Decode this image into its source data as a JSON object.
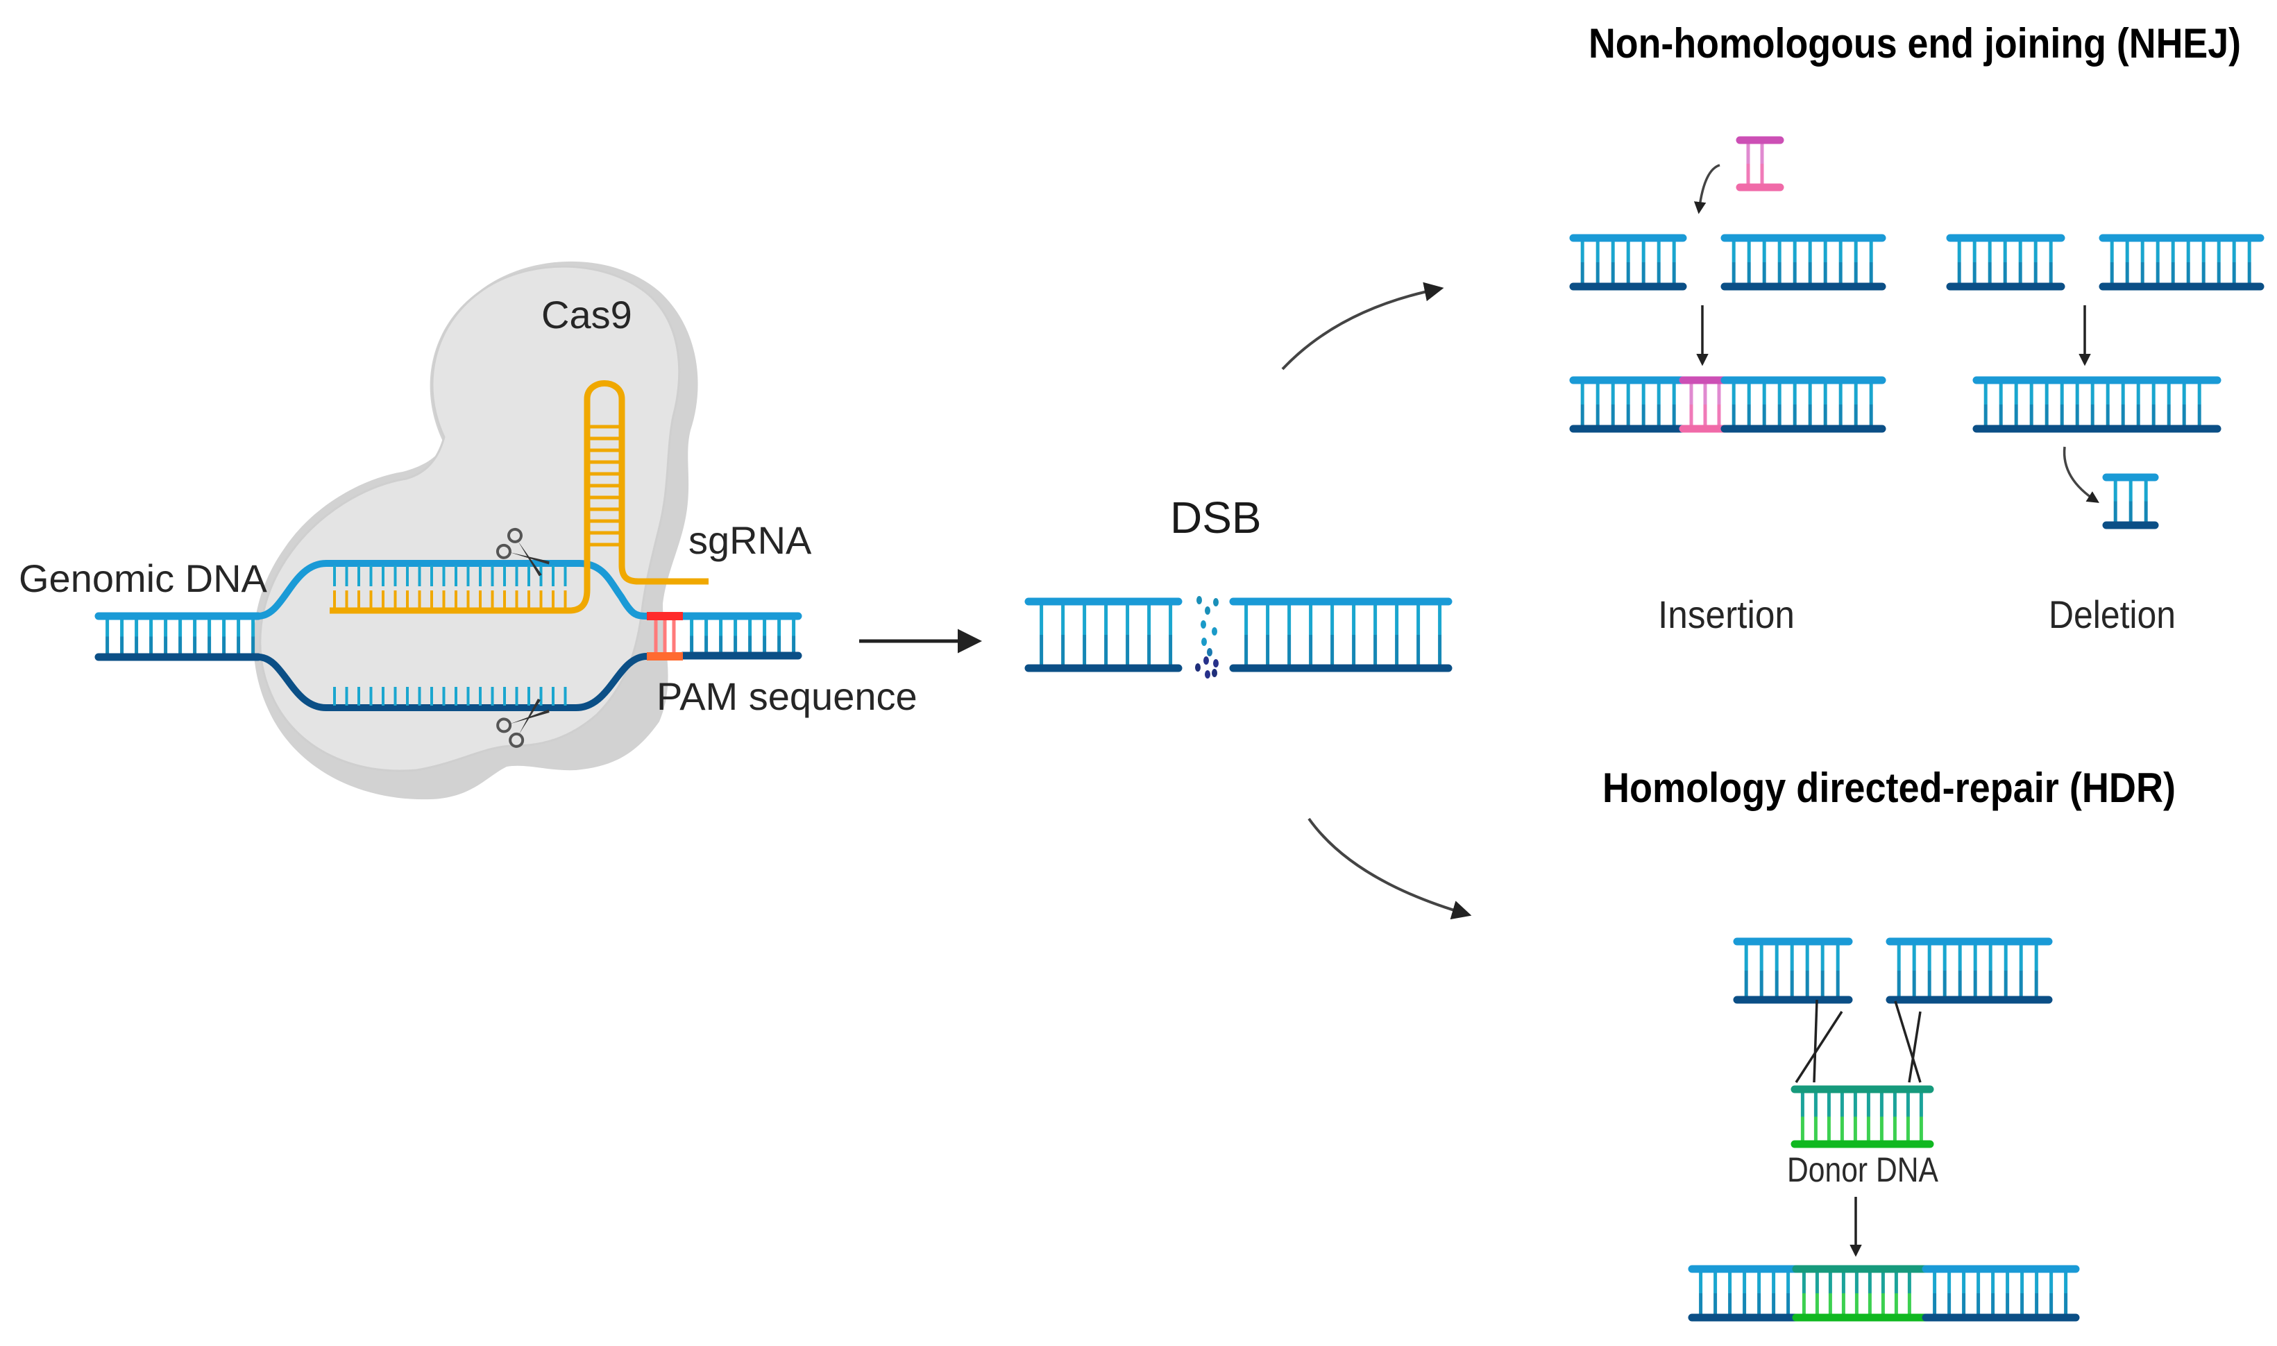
{
  "figure": {
    "description": "CRISPR-Cas9 genome editing and DNA repair pathways"
  },
  "labels": {
    "cas9": "Cas9",
    "sgrna": "sgRNA",
    "genomic_dna": "Genomic DNA",
    "pam_sequence": "PAM sequence",
    "dsb": "DSB",
    "nhej_title": "Non-homologous end joining (NHEJ)",
    "insertion": "Insertion",
    "deletion": "Deletion",
    "hdr_title": "Homology directed-repair (HDR)",
    "donor_dna": "Donor DNA"
  },
  "colors": {
    "dna_top": "#1a9ad6",
    "dna_bottom": "#0b4f86",
    "dna_rung": "#1aa6cf",
    "sgrna": "#f0a800",
    "pam_top": "#ff2a2a",
    "pam_bottom": "#ff6a30",
    "insert_top": "#cc4fb5",
    "insert_bottom": "#f06aa8",
    "donor_top": "#169a7c",
    "donor_bottom": "#10b820",
    "cas9_fill": "#e3e3e3",
    "cas9_shade": "#d2d2d2",
    "arrow": "#222222"
  },
  "pathways": [
    {
      "name": "NHEJ",
      "outcomes": [
        "Insertion",
        "Deletion"
      ]
    },
    {
      "name": "HDR",
      "outcomes": [
        "Donor DNA"
      ]
    }
  ]
}
